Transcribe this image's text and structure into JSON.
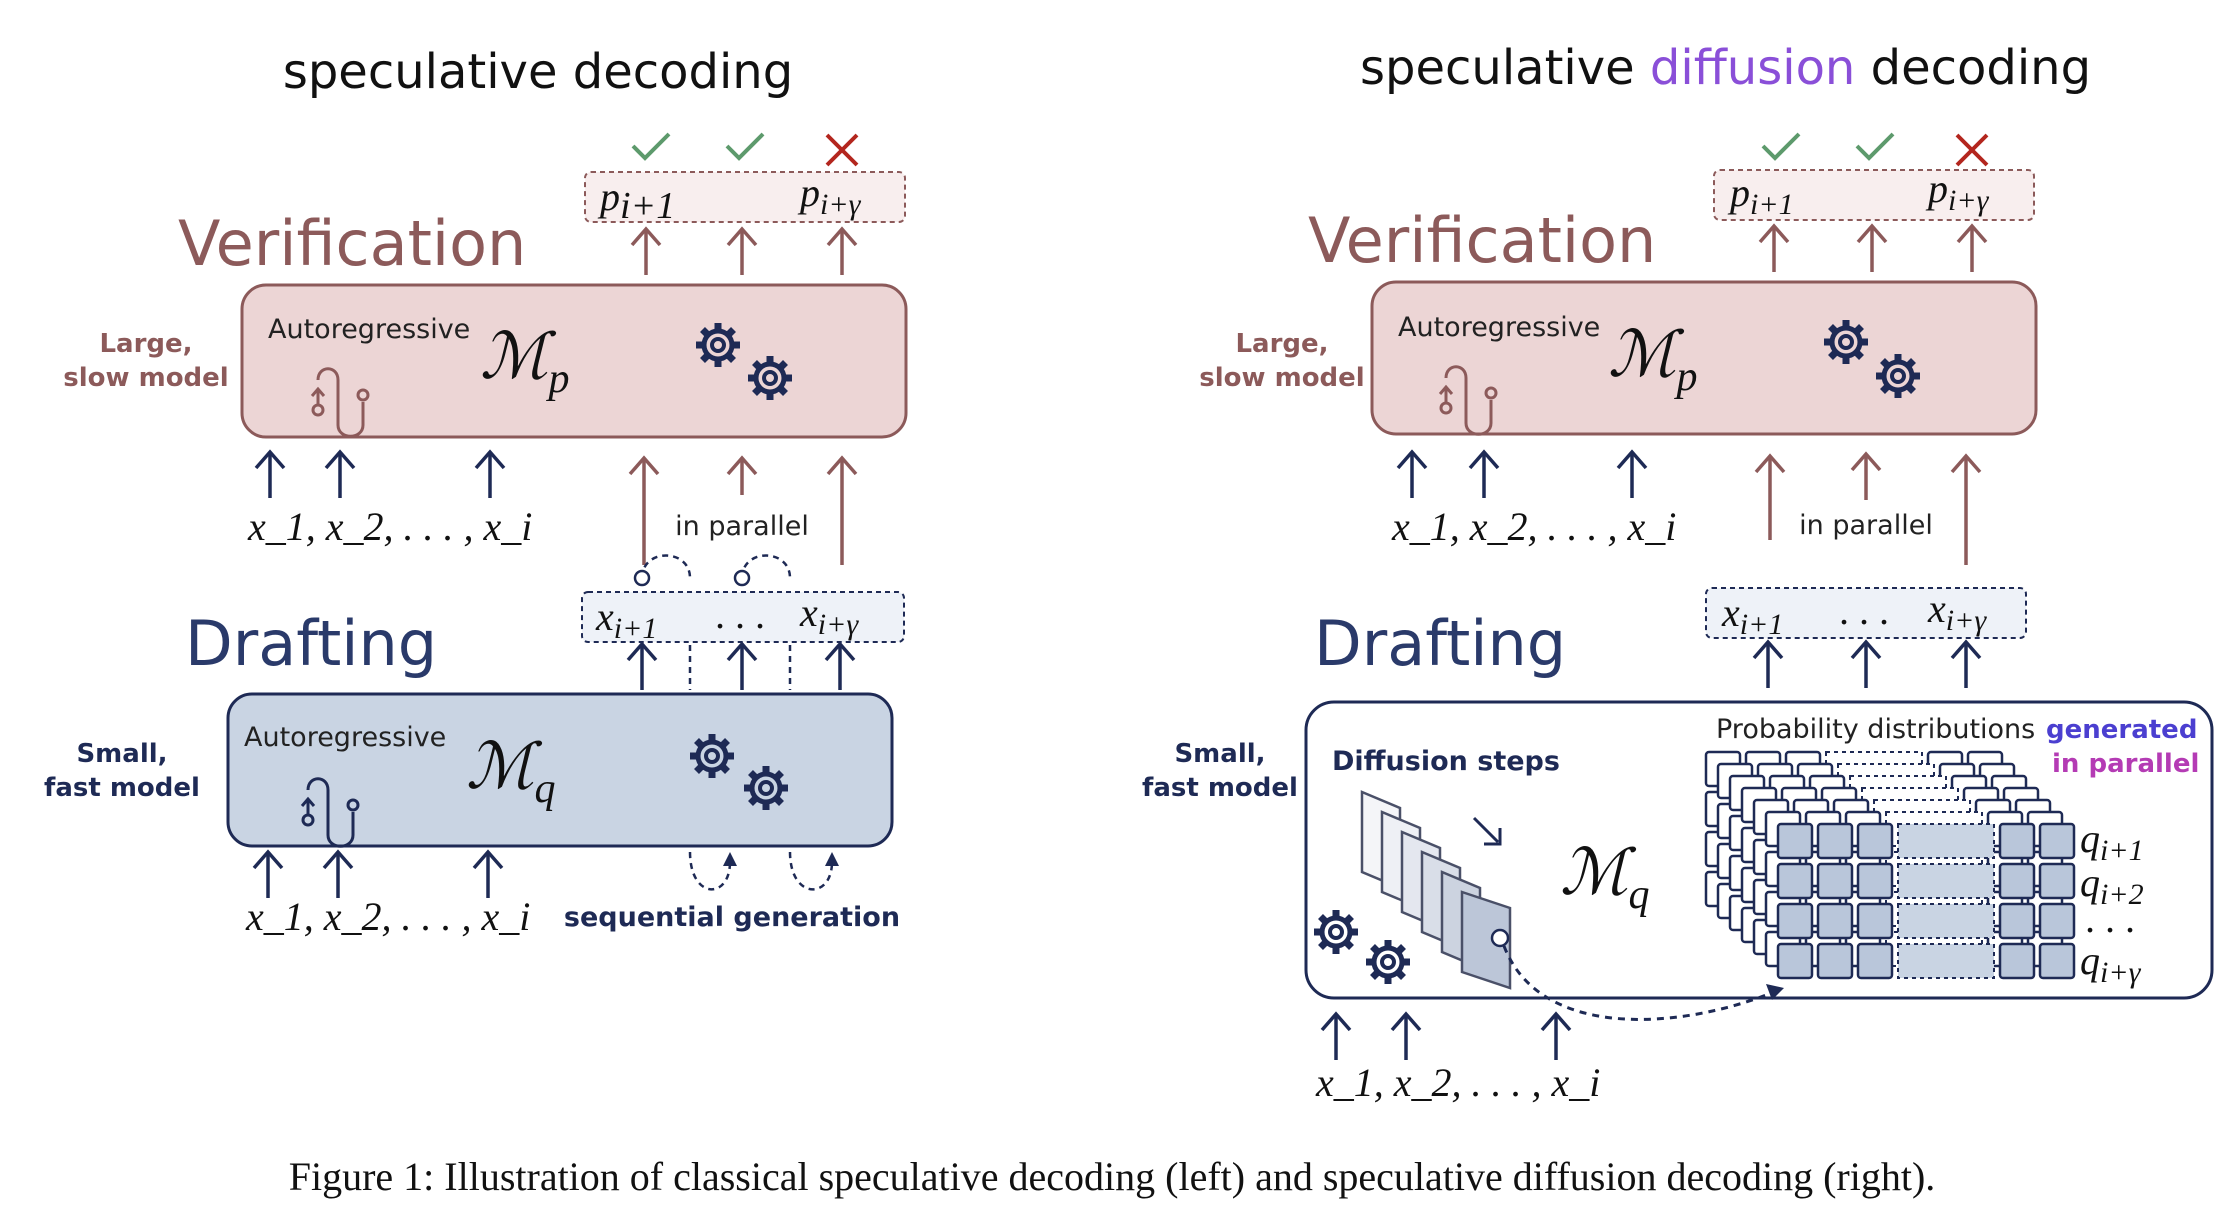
{
  "left": {
    "title": "speculative decoding",
    "verification": {
      "stage_label": "Verification",
      "side_label_line1": "Large,",
      "side_label_line2": "slow model",
      "box_label": "Autoregressive",
      "model_symbol": "M",
      "model_sub": "p",
      "outputs": [
        "p_{i+1}",
        "p_{i+γ}"
      ],
      "checks": [
        "accepted",
        "accepted",
        "rejected"
      ]
    },
    "inputs": "x_1, x_2, . . . , x_i",
    "in_parallel": "in parallel",
    "draft_tokens": [
      "x_{i+1}",
      ". . .",
      "x_{i+γ}"
    ],
    "drafting": {
      "stage_label": "Drafting",
      "side_label_line1": "Small,",
      "side_label_line2": "fast model",
      "box_label": "Autoregressive",
      "model_symbol": "M",
      "model_sub": "q"
    },
    "sequential_generation": "sequential generation"
  },
  "right": {
    "title_part1": "speculative ",
    "title_part2": "diffusion",
    "title_part3": " decoding",
    "verification": {
      "stage_label": "Verification",
      "side_label_line1": "Large,",
      "side_label_line2": "slow model",
      "box_label": "Autoregressive",
      "model_symbol": "M",
      "model_sub": "p",
      "outputs": [
        "p_{i+1}",
        "p_{i+γ}"
      ],
      "checks": [
        "accepted",
        "accepted",
        "rejected"
      ]
    },
    "inputs": "x_1, x_2, . . . , x_i",
    "in_parallel": "in parallel",
    "draft_tokens": [
      "x_{i+1}",
      ". . .",
      "x_{i+γ}"
    ],
    "drafting": {
      "stage_label": "Drafting",
      "side_label_line1": "Small,",
      "side_label_line2": "fast model",
      "diffusion_steps": "Diffusion steps",
      "probability_distributions": "Probability distributions",
      "generated_line1": "generated",
      "generated_line2": "in parallel",
      "model_symbol": "M",
      "model_sub": "q",
      "q_labels": [
        "q_{i+1}",
        "q_{i+2}",
        ". . .",
        "q_{i+γ}"
      ]
    }
  },
  "caption": "Figure 1: Illustration of classical speculative decoding (left) and speculative diffusion decoding (right).",
  "colors": {
    "verification_fill": "#ecd5d5",
    "verification_stroke": "#8c5a5a",
    "drafting_fill": "#c9d4e3",
    "drafting_stroke": "#1e2a55",
    "check_green": "#5d9a6c",
    "cross_red": "#b3261e",
    "diffusion_purple": "#8a4fd8",
    "generated_blue": "#4b3fd0",
    "generated_pink": "#b43bb4"
  },
  "icons": [
    "check-icon",
    "cross-icon",
    "gear-icon",
    "loop-arrow-icon",
    "up-arrow-icon"
  ]
}
